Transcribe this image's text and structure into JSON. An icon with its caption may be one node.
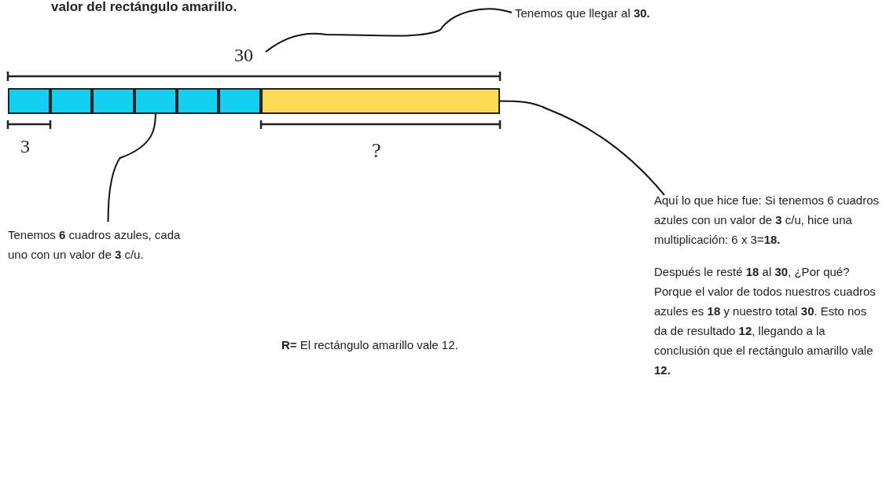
{
  "diagram": {
    "nodes": [
      {
        "text": [
          "30"
        ]
      },
      {
        "text": [
          "Tenemos que llegar al **30.**"
        ]
      },
      {
        "text": [],
        "shape": "box"
      },
      {
        "text": [],
        "shape": "box"
      },
      {
        "text": [],
        "shape": "box"
      },
      {
        "text": [],
        "shape": "box"
      },
      {
        "text": [],
        "shape": "box"
      },
      {
        "text": [],
        "shape": "box"
      },
      {
        "text": [],
        "shape": "box"
      },
      {
        "text": [
          "Tenemos **6** cuadros azules, cada uno con un valor de **3** c/u."
        ]
      },
      {
        "text": [
          "Aquí lo que hice fue: Si tenemos 6 cuadros azules con un valor de **3** c/u, hice una multiplicación: 6 x 3=**18.**",
          "Después le resté **18** al **30**, ¿Por qué? Porque el valor de todos nuestros cuadros azules es **18** y nuestro total **30**. Esto nos da de resultado **12**, llegando a la conclusión que el rectángulo amarillo vale **12.**"
        ]
      }
    ],
    "edges": [
      {
        "from": 1,
        "to": 0,
        "arrow": "none"
      },
      {
        "from": 9,
        "to": 5,
        "arrow": "none"
      },
      {
        "from": 10,
        "to": 8,
        "arrow": "none"
      }
    ],
    "labels": [
      "valor del rectángulo amarillo.",
      "3",
      "?",
      "**R=** El rectángulo amarillo vale 12."
    ]
  }
}
